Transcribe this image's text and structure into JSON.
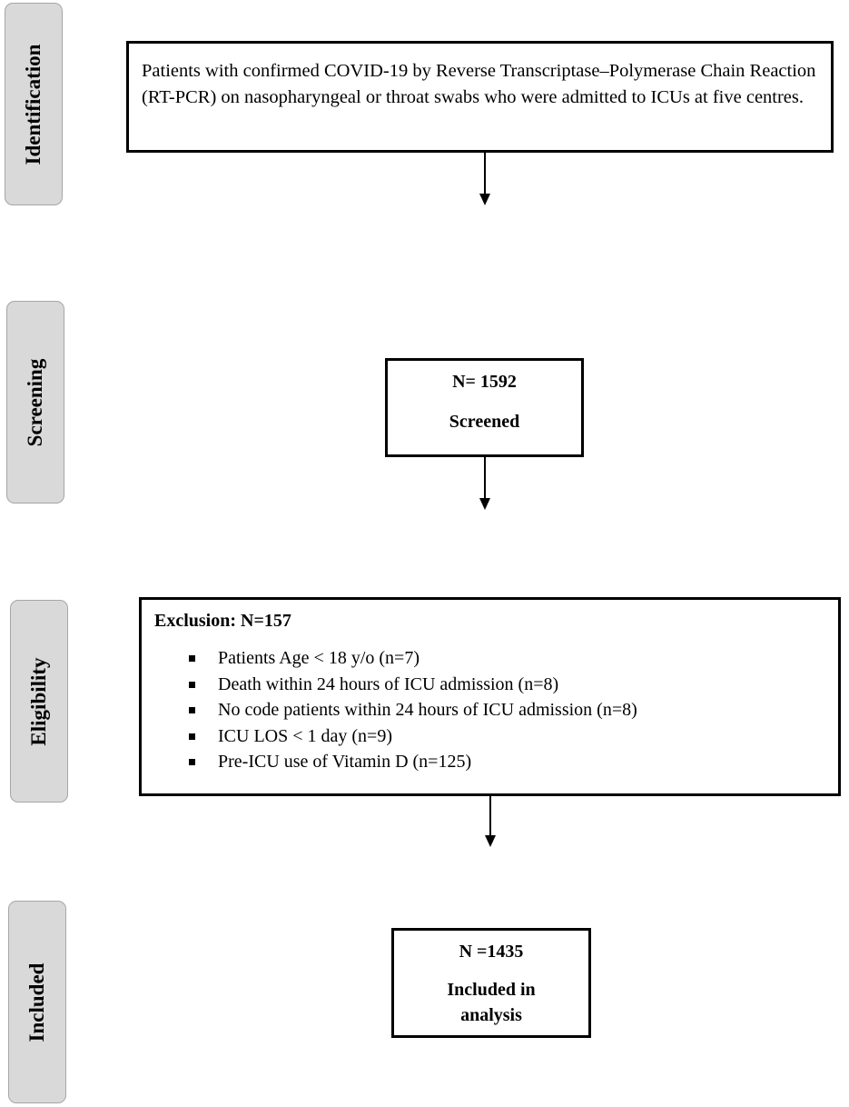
{
  "stages": {
    "identification": "Identification",
    "screening": "Screening",
    "eligibility": "Eligibility",
    "included": "Included"
  },
  "identification_box": {
    "text": "Patients with confirmed COVID-19 by Reverse Transcriptase–Polymerase Chain Reaction (RT-PCR) on nasopharyngeal or throat swabs who were admitted to ICUs at five centres."
  },
  "screening_box": {
    "count": "N= 1592",
    "label": "Screened"
  },
  "eligibility_box": {
    "title": "Exclusion: N=157",
    "items": [
      "Patients Age < 18 y/o (n=7)",
      "Death within 24 hours of ICU admission (n=8)",
      "No code patients within 24 hours of ICU admission (n=8)",
      "ICU LOS < 1 day (n=9)",
      "Pre-ICU use of Vitamin D (n=125)"
    ]
  },
  "included_box": {
    "count": "N =1435",
    "label_line1": "Included in",
    "label_line2": "analysis"
  }
}
